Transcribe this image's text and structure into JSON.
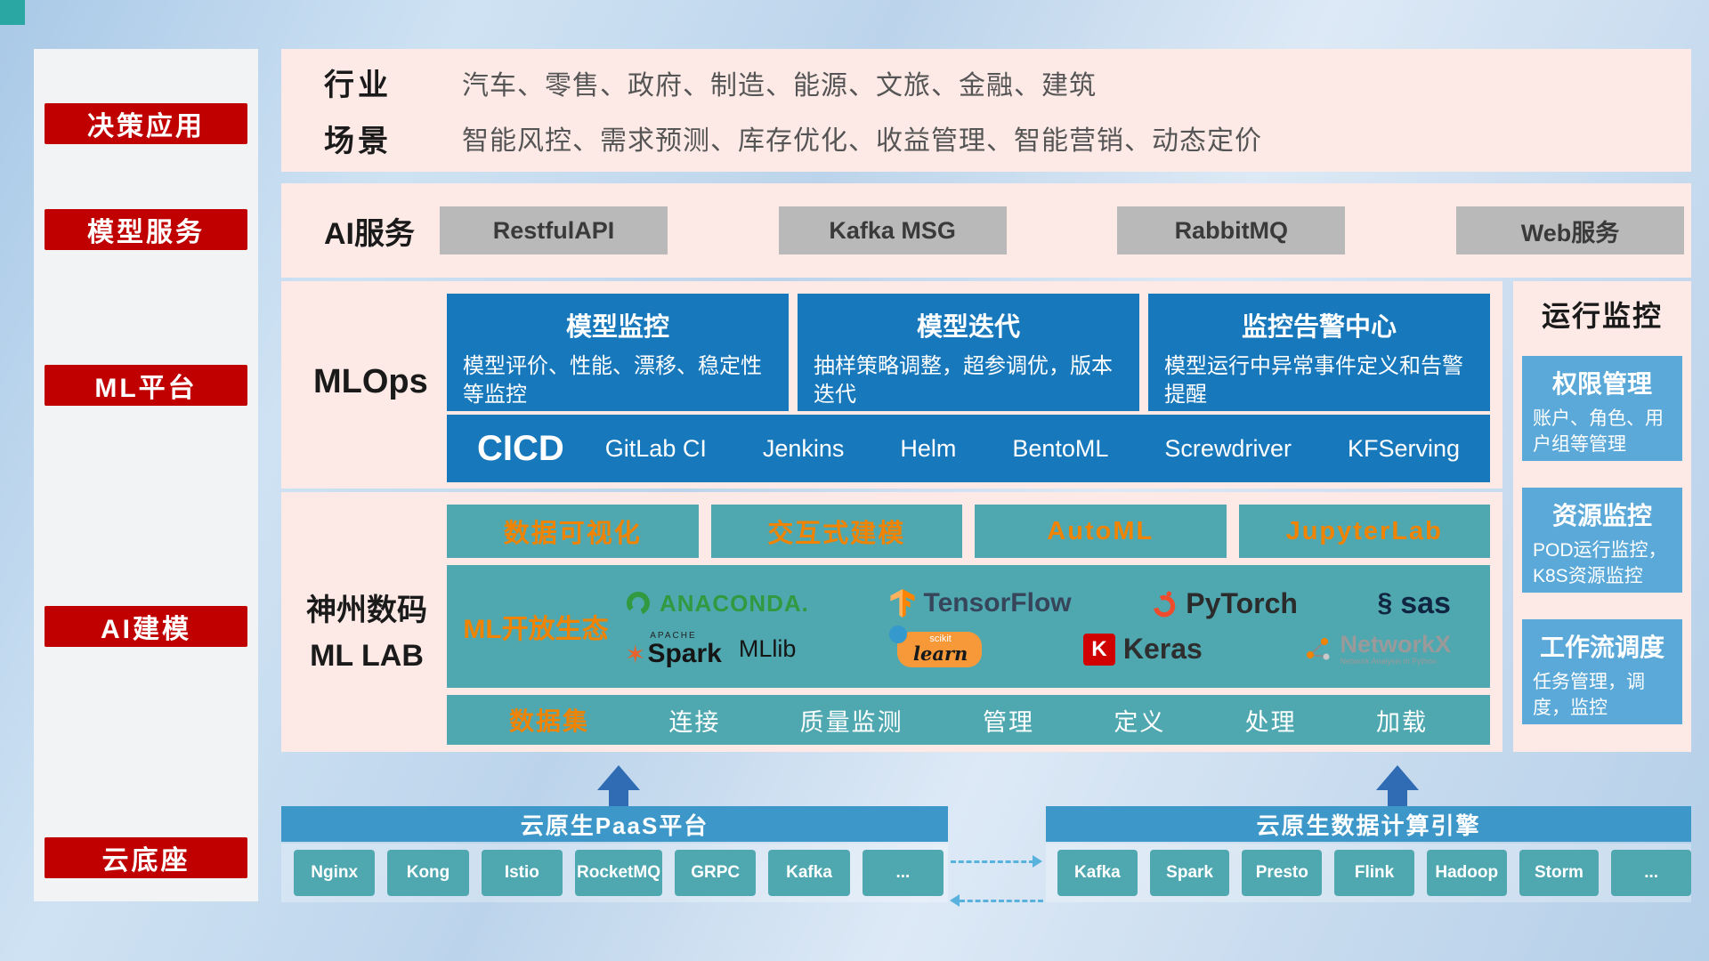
{
  "sidebar": {
    "items": [
      "决策应用",
      "模型服务",
      "ML平台",
      "AI建模",
      "云底座"
    ]
  },
  "overview": {
    "industry_label": "行业",
    "industry_text": "汽车、零售、政府、制造、能源、文旅、金融、建筑",
    "scene_label": "场景",
    "scene_text": "智能风控、需求预测、库存优化、收益管理、智能营销、动态定价"
  },
  "ai_service": {
    "label": "AI服务",
    "buttons": [
      "RestfulAPI",
      "Kafka MSG",
      "RabbitMQ",
      "Web服务"
    ]
  },
  "mlops": {
    "label": "MLOps",
    "cards": [
      {
        "title": "模型监控",
        "desc": "模型评价、性能、漂移、稳定性等监控"
      },
      {
        "title": "模型迭代",
        "desc": "抽样策略调整，超参调优，版本迭代"
      },
      {
        "title": "监控告警中心",
        "desc": "模型运行中异常事件定义和告警提醒"
      }
    ],
    "cicd_label": "CICD",
    "cicd_items": [
      "GitLab CI",
      "Jenkins",
      "Helm",
      "BentoML",
      "Screwdriver",
      "KFServing"
    ]
  },
  "mllab": {
    "name_line1": "神州数码",
    "name_line2": "ML LAB",
    "tools": [
      "数据可视化",
      "交互式建模",
      "AutoML",
      "JupyterLab"
    ],
    "eco_label": "ML开放生态",
    "logos": {
      "anaconda": "ANACONDA.",
      "tensorflow": "TensorFlow",
      "pytorch": "PyTorch",
      "sas": "sas",
      "sas_swirl": "§",
      "spark_apache": "APACHE",
      "spark_star": "✶",
      "spark": "Spark",
      "mllib": "MLlib",
      "sklearn_scikit": "scikit",
      "sklearn_learn": "learn",
      "keras_k": "K",
      "keras": "Keras",
      "networkx": "NetworkX",
      "networkx_sub": "Network Analysis in Python"
    },
    "dataset_label": "数据集",
    "dataset_items": [
      "连接",
      "质量监测",
      "管理",
      "定义",
      "处理",
      "加载"
    ]
  },
  "monitor": {
    "title": "运行监控",
    "cards": [
      {
        "title": "权限管理",
        "desc": "账户、角色、用户组等管理"
      },
      {
        "title": "资源监控",
        "desc": "POD运行监控，K8S资源监控"
      },
      {
        "title": "工作流调度",
        "desc": "任务管理，调度，监控"
      }
    ]
  },
  "foundation": {
    "paas_title": "云原生PaaS平台",
    "paas_items": [
      "Nginx",
      "Kong",
      "Istio",
      "RocketMQ",
      "GRPC",
      "Kafka",
      "..."
    ],
    "engine_title": "云原生数据计算引擎",
    "engine_items": [
      "Kafka",
      "Spark",
      "Presto",
      "Flink",
      "Hadoop",
      "Storm",
      "..."
    ]
  },
  "colors": {
    "accent_red": "#c00000",
    "primary_blue": "#1878bc",
    "teal": "#4fa8b0",
    "light_blue": "#5ba9d9",
    "bar_blue": "#3d98c9",
    "orange": "#f08300",
    "panel_pink": "#fdeae7"
  }
}
